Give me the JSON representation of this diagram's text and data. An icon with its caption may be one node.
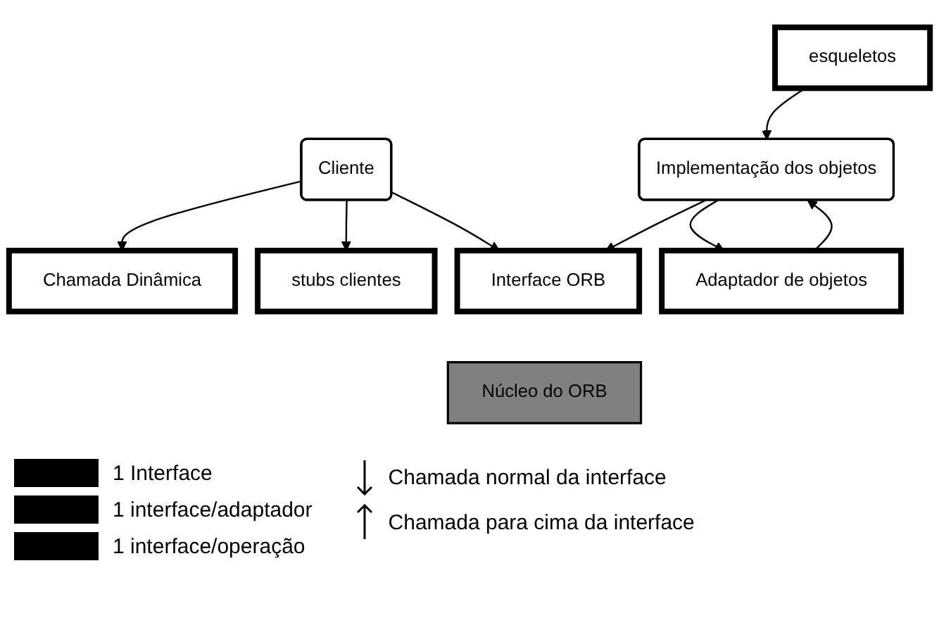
{
  "diagram": {
    "nodes": [
      {
        "text": [
          "Cliente"
        ]
      },
      {
        "text": [
          "Implementação dos objetos"
        ]
      },
      {
        "text": [
          "Chamada Dinâmica"
        ]
      },
      {
        "text": [
          "stubs clientes"
        ]
      },
      {
        "text": [
          "Interface ORB"
        ]
      },
      {
        "text": [
          "esqueletos"
        ]
      },
      {
        "text": [
          "Adaptador de objetos"
        ]
      },
      {
        "text": [
          "Núcleo do ORB"
        ]
      }
    ],
    "edges": [
      {
        "from": 0,
        "to": 2,
        "arrow": "to"
      },
      {
        "from": 0,
        "to": 3,
        "arrow": "to"
      },
      {
        "from": 0,
        "to": 4,
        "arrow": "to"
      },
      {
        "from": 1,
        "to": 4,
        "arrow": "to"
      },
      {
        "from": 5,
        "to": 1,
        "arrow": "to"
      },
      {
        "from": 1,
        "to": 6,
        "arrow": "to"
      },
      {
        "from": 6,
        "to": 1,
        "arrow": "to"
      }
    ],
    "legend": [
      {
        "text": "1 Interface",
        "color": "#000000"
      },
      {
        "text": "1 interface/adaptador",
        "color": "#000000"
      },
      {
        "text": "1 interface/operação",
        "color": "#000000"
      },
      {
        "text": "Chamada normal da interface"
      },
      {
        "text": "Chamada para cima da interface"
      }
    ]
  }
}
